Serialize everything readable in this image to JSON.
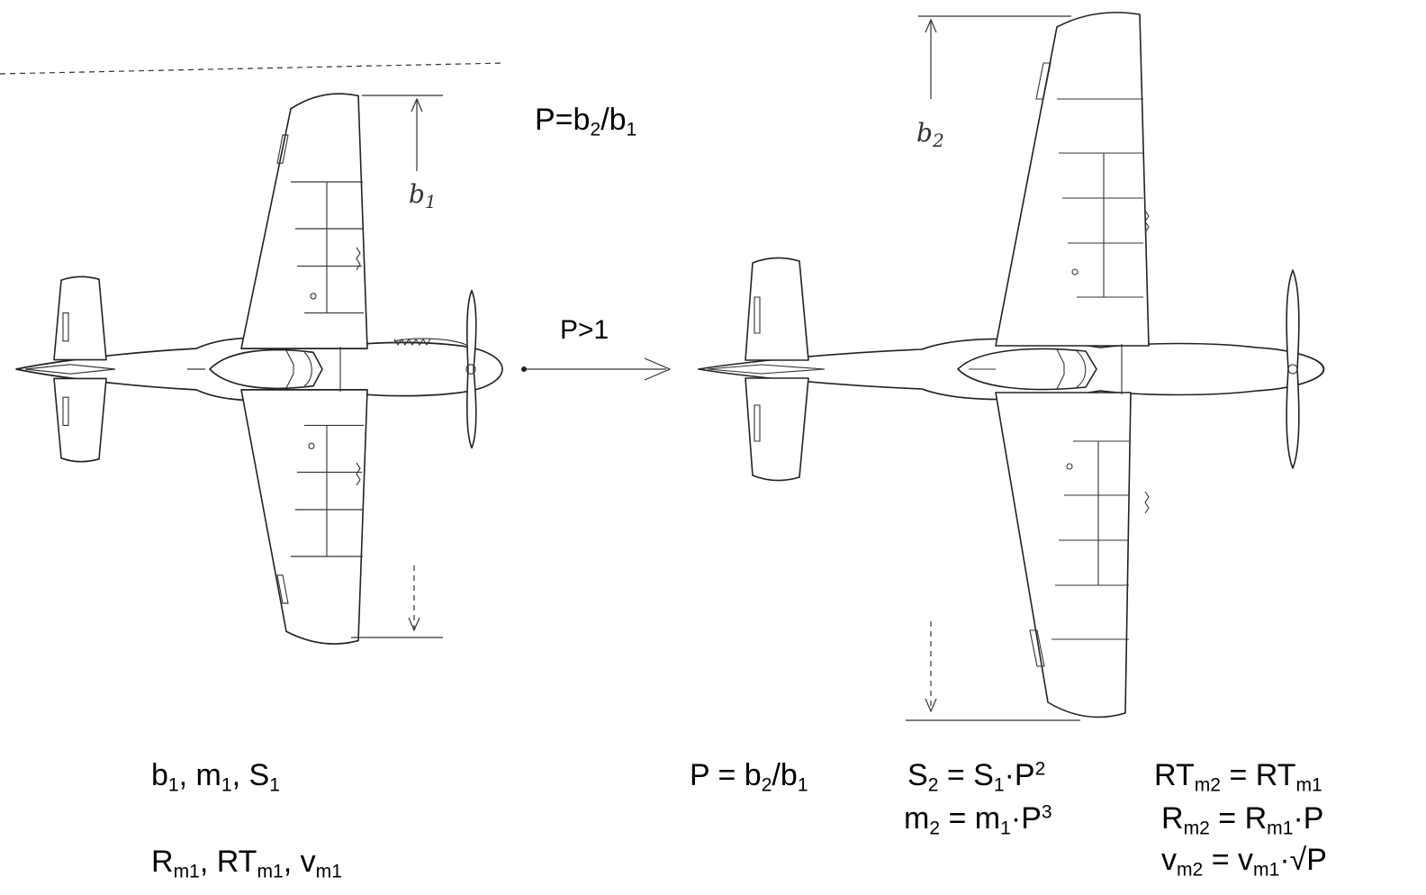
{
  "labels": {
    "ratio_top": {
      "lead": "P=b",
      "s1": "2",
      "mid": "/b",
      "s2": "1"
    },
    "arrow": "P>1",
    "b1_hand": {
      "base": "b",
      "sub": "1"
    },
    "b2_hand": {
      "base": "b",
      "sub": "2"
    }
  },
  "left_params": {
    "line1": {
      "a": "b",
      "a_sub": "1",
      "b": ", m",
      "b_sub": "1",
      "c": ", S",
      "c_sub": "1"
    },
    "line2": {
      "a": "R",
      "a_sub": "m1",
      "b": ", RT",
      "b_sub": "m1",
      "c": ", v",
      "c_sub": "m1"
    }
  },
  "formulas": {
    "p": {
      "a": "P = b",
      "a_sub": "2",
      "b": "/b",
      "b_sub": "1"
    },
    "s2": {
      "a": "S",
      "a_sub": "2",
      "b": " = S",
      "b_sub": "1",
      "c": "·P",
      "c_sup": "2"
    },
    "m2": {
      "a": "m",
      "a_sub": "2",
      "b": " = m",
      "b_sub": "1",
      "c": "·P",
      "c_sup": "3"
    },
    "rt": {
      "a": "RT",
      "a_sub": "m2",
      "b": " = RT",
      "b_sub": "m1"
    },
    "rm": {
      "a": "R",
      "a_sub": "m2",
      "b": " = R",
      "b_sub": "m1",
      "c": "·P"
    },
    "v": {
      "a": "v",
      "a_sub": "m2",
      "b": " = v",
      "b_sub": "m1",
      "c": "·√P"
    }
  }
}
